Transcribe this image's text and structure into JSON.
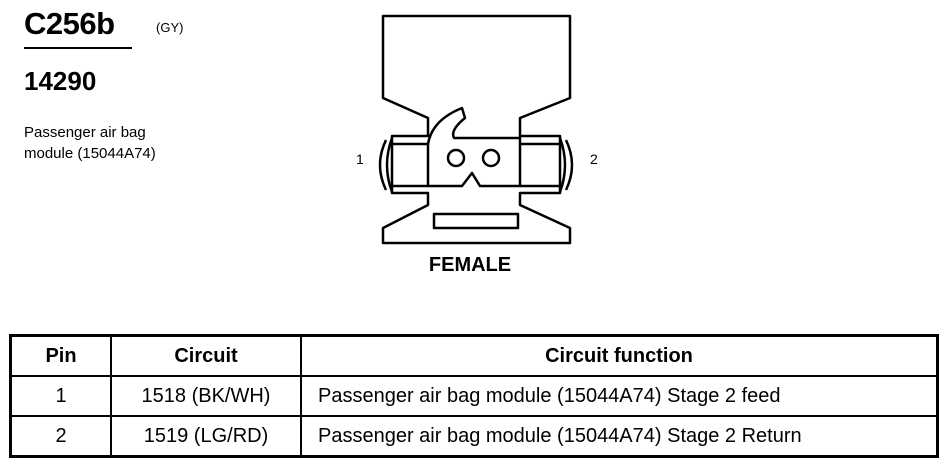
{
  "connector": {
    "id": "C256b",
    "color": "(GY)",
    "part_number": "14290",
    "description_line1": "Passenger air bag",
    "description_line2": "module (15044A74)"
  },
  "diagram": {
    "pin_left": "1",
    "pin_right": "2",
    "gender": "FEMALE"
  },
  "table": {
    "headers": {
      "pin": "Pin",
      "circuit": "Circuit",
      "function": "Circuit function"
    },
    "rows": [
      {
        "pin": "1",
        "circuit": "1518 (BK/WH)",
        "function": "Passenger air bag module (15044A74) Stage 2 feed"
      },
      {
        "pin": "2",
        "circuit": "1519 (LG/RD)",
        "function": "Passenger air bag module (15044A74) Stage 2 Return"
      }
    ]
  }
}
